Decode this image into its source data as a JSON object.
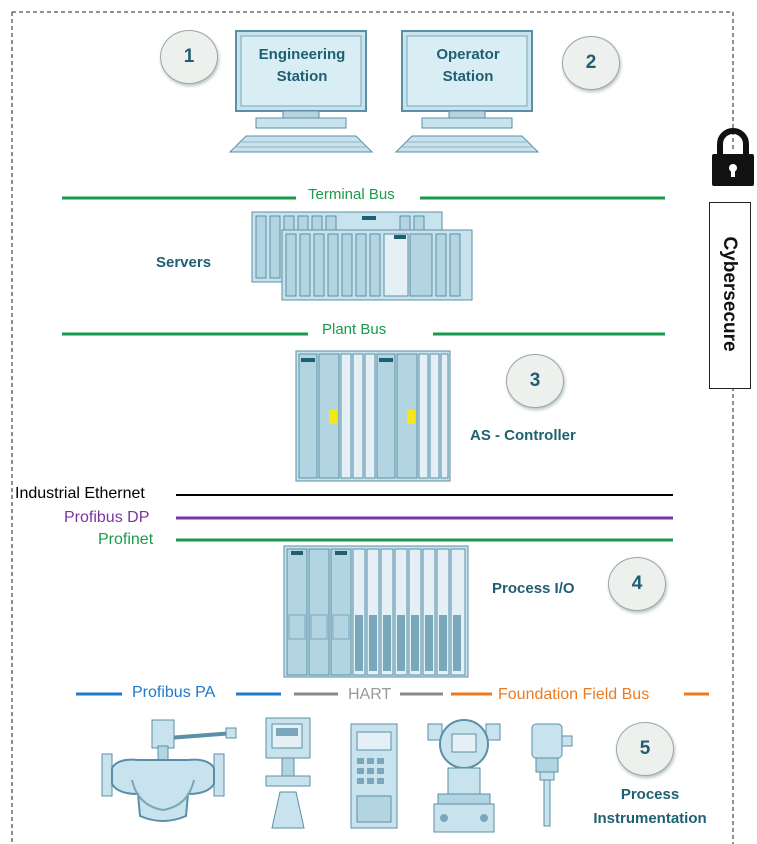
{
  "numbers": [
    "1",
    "2",
    "3",
    "4",
    "5"
  ],
  "stations": {
    "engineering": {
      "line1": "Engineering",
      "line2": "Station"
    },
    "operator": {
      "line1": "Operator",
      "line2": "Station"
    }
  },
  "labels": {
    "servers": "Servers",
    "controller": "AS - Controller",
    "process_io": "Process I/O",
    "instrumentation_line1": "Process",
    "instrumentation_line2": "Instrumentation",
    "cybersecure": "Cybersecure"
  },
  "buses": {
    "terminal": "Terminal Bus",
    "plant": "Plant Bus",
    "industrial_ethernet": "Industrial Ethernet",
    "profibus_dp": "Profibus DP",
    "profinet": "Profinet",
    "profibus_pa": "Profibus PA",
    "hart": "HART",
    "foundation": "Foundation Field Bus"
  },
  "colors": {
    "teal": "#1f5f72",
    "green": "#1a9a4a",
    "purple": "#7b35a0",
    "black": "#000000",
    "blue": "#1f78c8",
    "gray": "#8a8a8a",
    "orange": "#ec7a22",
    "device_fill": "#c9e3ee",
    "device_stroke": "#5a8fa6"
  }
}
